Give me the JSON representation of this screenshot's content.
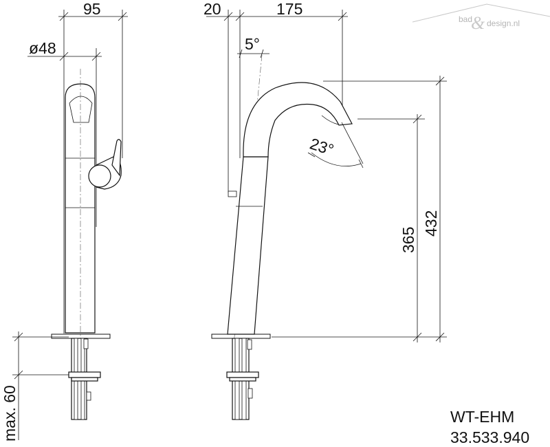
{
  "logo": {
    "left": "bad",
    "amp": "&",
    "right": "design.nl",
    "icon": "house-roof-icon"
  },
  "dimensions": {
    "width_95": "95",
    "diameter_48": "ø48",
    "offset_20": "20",
    "reach_175": "175",
    "angle_5": "5°",
    "angle_23": "23°",
    "height_365": "365",
    "height_432": "432",
    "max_60": "max. 60"
  },
  "product": {
    "model": "WT-EHM",
    "number": "33.533.940"
  }
}
